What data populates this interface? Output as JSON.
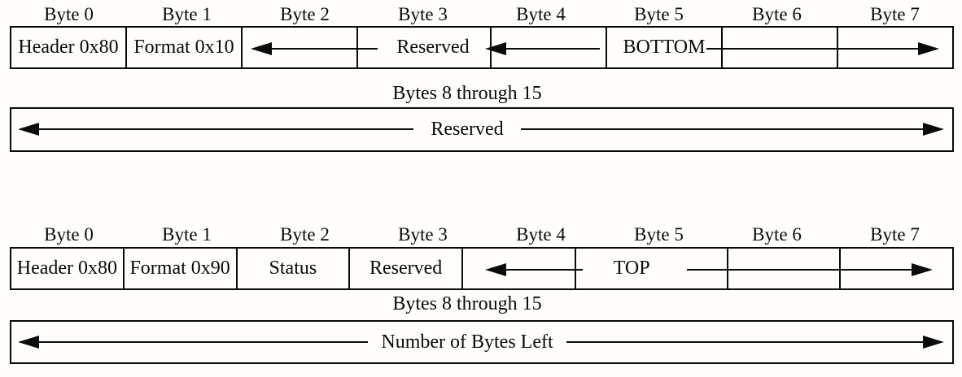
{
  "colors": {
    "ink": "#0a0a0a",
    "paper": "#fffefb"
  },
  "tables": [
    {
      "name": "bottom-descriptor",
      "byte_labels": [
        "Byte 0",
        "Byte 1",
        "Byte 2",
        "Byte 3",
        "Byte 4",
        "Byte 5",
        "Byte 6",
        "Byte 7"
      ],
      "cells": [
        "Header 0x80",
        "Format 0x10",
        "",
        "Reserved",
        "",
        "BOTTOM",
        "",
        ""
      ],
      "bytes_8_15_heading": "Bytes 8 through 15",
      "bytes_8_15_field": "Reserved",
      "field_spans": [
        {
          "field": "Reserved",
          "bytes": "2-3",
          "arrow": "left"
        },
        {
          "field": "BOTTOM",
          "bytes": "4-7",
          "arrow": "left-and-right"
        },
        {
          "field": "Reserved",
          "bytes": "8-15",
          "arrow": "left-and-right"
        }
      ]
    },
    {
      "name": "top-descriptor",
      "byte_labels": [
        "Byte 0",
        "Byte 1",
        "Byte 2",
        "Byte 3",
        "Byte 4",
        "Byte 5",
        "Byte 6",
        "Byte 7"
      ],
      "cells": [
        "Header 0x80",
        "Format 0x90",
        "Status",
        "Reserved",
        "",
        "TOP",
        "",
        ""
      ],
      "bytes_8_15_heading": "Bytes 8 through 15",
      "bytes_8_15_field": "Number of Bytes Left",
      "field_spans": [
        {
          "field": "Reserved",
          "bytes": "3-4",
          "arrow": "left"
        },
        {
          "field": "TOP",
          "bytes": "5-7",
          "arrow": "right"
        },
        {
          "field": "Number of Bytes Left",
          "bytes": "8-15",
          "arrow": "left-and-right"
        }
      ]
    }
  ]
}
